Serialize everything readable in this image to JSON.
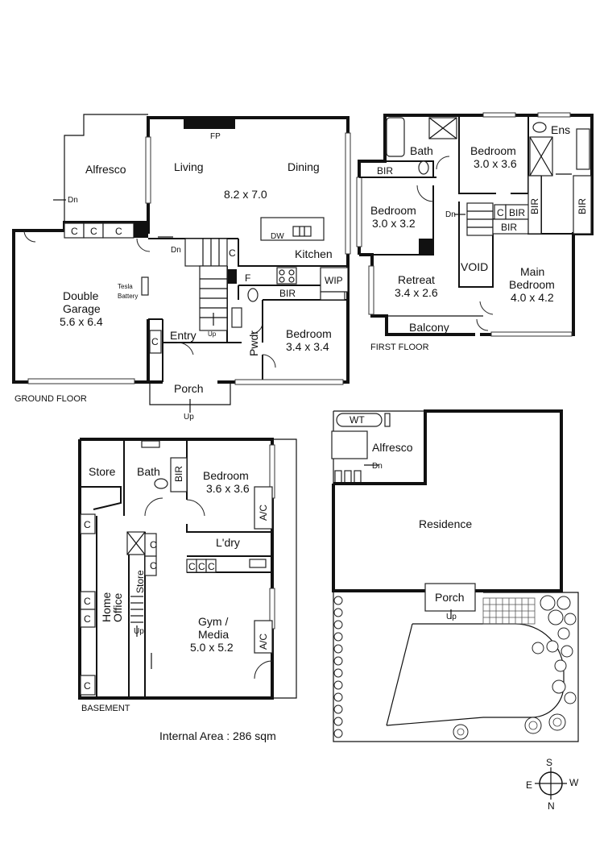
{
  "ground_floor": {
    "caption": "GROUND FLOOR",
    "rooms": {
      "alfresco": "Alfresco",
      "living": "Living",
      "dining": "Dining",
      "living_size": "8.2 x 7.0",
      "fp": "FP",
      "kitchen": "Kitchen",
      "dw": "DW",
      "wip": "WIP",
      "garage": "Double",
      "garage2": "Garage",
      "garage_size": "5.6 x 6.4",
      "tesla1": "Tesla",
      "tesla2": "Battery",
      "entry": "Entry",
      "pwdr": "Pwdr",
      "bedroom": "Bedroom",
      "bedroom_size": "3.4 x 3.4",
      "bir": "BIR",
      "f": "F",
      "c": "C",
      "porch": "Porch",
      "up": "Up",
      "dn": "Dn"
    }
  },
  "first_floor": {
    "caption": "FIRST FLOOR",
    "rooms": {
      "bath": "Bath",
      "bedroom_a": "Bedroom",
      "bedroom_a_size": "3.0 x 3.6",
      "ens": "Ens",
      "bir": "BIR",
      "bedroom_b": "Bedroom",
      "bedroom_b_size": "3.0 x 3.2",
      "dn": "Dn",
      "c": "C",
      "retreat": "Retreat",
      "retreat_size": "3.4 x 2.6",
      "void": "VOID",
      "main_bedroom": "Main",
      "main_bedroom2": "Bedroom",
      "main_bedroom_size": "4.0 x 4.2",
      "balcony": "Balcony"
    }
  },
  "basement": {
    "caption": "BASEMENT",
    "rooms": {
      "store": "Store",
      "bath": "Bath",
      "bir": "BIR",
      "bedroom": "Bedroom",
      "bedroom_size": "3.6 x 3.6",
      "ac": "A/C",
      "ldry": "L'dry",
      "c": "C",
      "home_office1": "Home",
      "home_office2": "Office",
      "store_v": "Store",
      "up": "Up",
      "gym1": "Gym /",
      "gym2": "Media",
      "gym_size": "5.0 x 5.2"
    }
  },
  "site": {
    "wt": "WT",
    "alfresco": "Alfresco",
    "dn": "Dn",
    "residence": "Residence",
    "porch": "Porch",
    "up": "Up"
  },
  "internal_area": "Internal Area : 286 sqm",
  "compass": {
    "s": "S",
    "e": "E",
    "w": "W",
    "n": "N"
  }
}
